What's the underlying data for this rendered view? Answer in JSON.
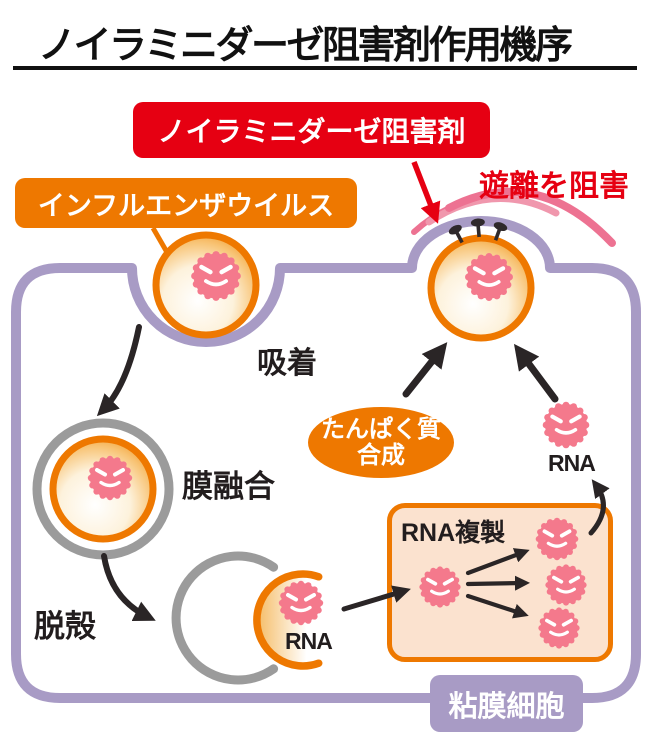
{
  "title": "ノイラミニダーゼ阻害剤作用機序",
  "callouts": {
    "inhibitor": "ノイラミニダーゼ阻害剤",
    "virus": "インフルエンザウイルス",
    "block_release": "遊離を阻害",
    "mucosal_cell": "粘膜細胞"
  },
  "steps": {
    "adsorption": "吸着",
    "membrane_fusion": "膜融合",
    "uncoating": "脱殻",
    "protein_synthesis_line1": "たんぱく質",
    "protein_synthesis_line2": "合成",
    "rna_replication": "RNA複製",
    "rna_uncoated": "RNA",
    "rna_released": "RNA"
  },
  "colors": {
    "accent_red": "#e60012",
    "virus_orange": "#ee7800",
    "particle_pink": "#f4798c",
    "membrane_purple": "#a89bc5",
    "endosome_gray": "#9b9b9b",
    "replication_box_fill": "#fbe2cf"
  }
}
